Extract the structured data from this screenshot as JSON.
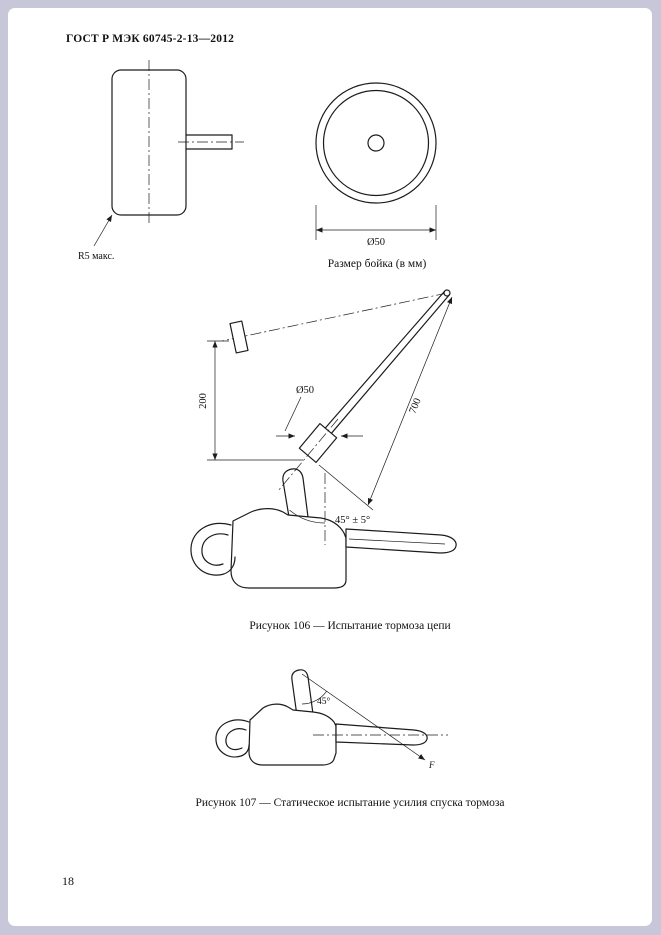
{
  "colors": {
    "background": "#c7c7d9",
    "sheet": "#ffffff",
    "ink": "#1c1c1c"
  },
  "page": {
    "header": "ГОСТ Р МЭК 60745-2-13—2012",
    "page_number": "18"
  },
  "striker": {
    "radius_label": "R5 макс.",
    "diameter_label": "Ø50",
    "caption": "Размер бойка (в мм)"
  },
  "figure106": {
    "dim_height": "200",
    "dim_diameter": "Ø50",
    "dim_length": "700",
    "angle_label": "45° ± 5°",
    "caption": "Рисунок 106 — Испытание тормоза цепи"
  },
  "figure107": {
    "angle_label": "45°",
    "force_label": "F",
    "caption": "Рисунок 107 — Статическое испытание усилия спуска тормоза"
  }
}
